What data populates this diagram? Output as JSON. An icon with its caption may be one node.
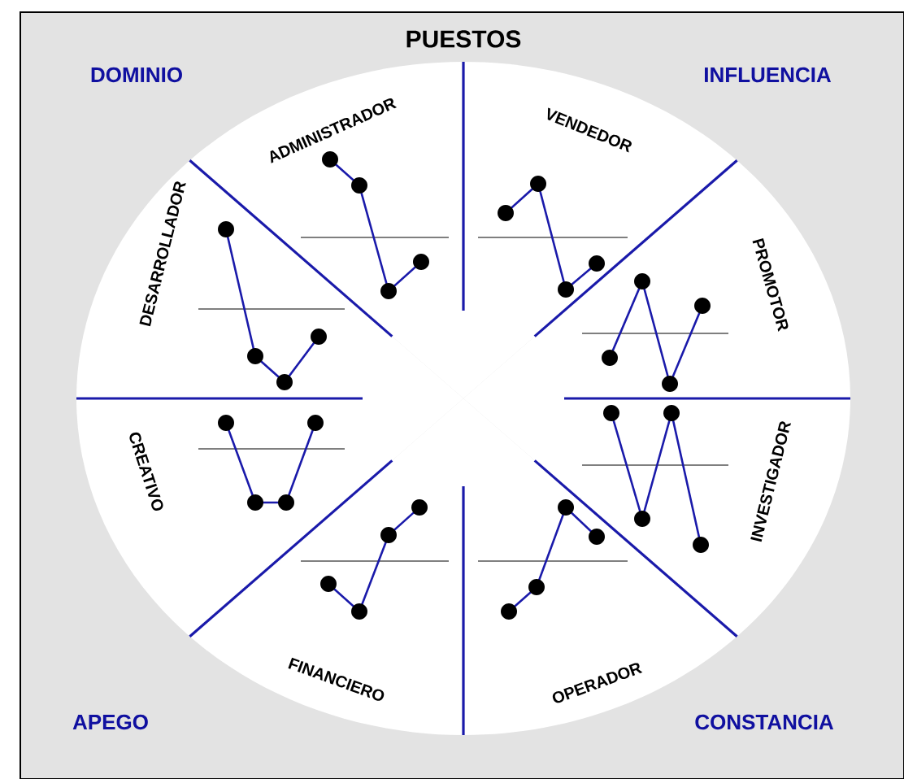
{
  "diagram": {
    "title": "PUESTOS",
    "nodes": [
      {
        "text": [
          "ADMINISTRADOR"
        ]
      },
      {
        "text": [
          "VENDEDOR"
        ]
      },
      {
        "text": [
          "PROMOTOR"
        ]
      },
      {
        "text": [
          "INVESTIGADOR"
        ]
      },
      {
        "text": [
          "OPERADOR"
        ]
      },
      {
        "text": [
          "FINANCIERO"
        ]
      },
      {
        "text": [
          "CREATIVO"
        ]
      },
      {
        "text": [
          "DESARROLLADOR"
        ]
      }
    ],
    "labels": [
      "DOMINIO",
      "INFLUENCIA",
      "APEGO",
      "CONSTANCIA"
    ]
  }
}
